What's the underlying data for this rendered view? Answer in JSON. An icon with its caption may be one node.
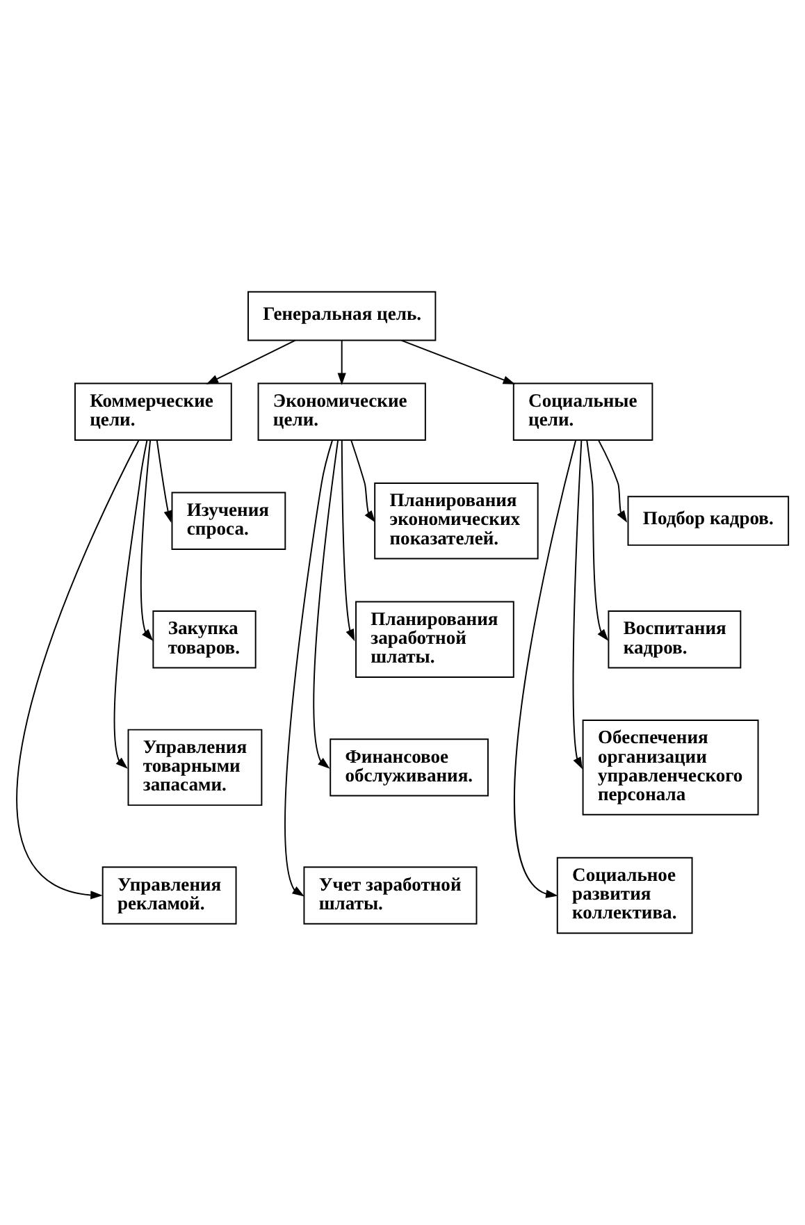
{
  "diagram": {
    "nodes": [
      {
        "text": [
          "Генеральная цель."
        ]
      },
      {
        "text": [
          "Коммерческие цели."
        ]
      },
      {
        "text": [
          "Экономические цели."
        ]
      },
      {
        "text": [
          "Социальные цели."
        ]
      },
      {
        "text": [
          "Изучения спроса."
        ]
      },
      {
        "text": [
          "Планирования экономических показателей."
        ]
      },
      {
        "text": [
          "Подбор кадров."
        ]
      },
      {
        "text": [
          "Закупка товаров."
        ]
      },
      {
        "text": [
          "Планирования заработной шлаты."
        ]
      },
      {
        "text": [
          "Воспитания кадров."
        ]
      },
      {
        "text": [
          "Управления товарными запасами."
        ]
      },
      {
        "text": [
          "Финансовое обслуживания."
        ]
      },
      {
        "text": [
          "Обеспечения организации управленческого персонала"
        ]
      },
      {
        "text": [
          "Управления рекламой."
        ]
      },
      {
        "text": [
          "Учет заработной шлаты."
        ]
      },
      {
        "text": [
          "Социальное развития коллектива."
        ]
      }
    ],
    "edges": [
      {
        "from": 0,
        "to": 1,
        "arrow": "to"
      },
      {
        "from": 0,
        "to": 2,
        "arrow": "to"
      },
      {
        "from": 0,
        "to": 3,
        "arrow": "to"
      },
      {
        "from": 1,
        "to": 13,
        "arrow": "to"
      },
      {
        "from": 1,
        "to": 10,
        "arrow": "to"
      },
      {
        "from": 1,
        "to": 7,
        "arrow": "to"
      },
      {
        "from": 1,
        "to": 4,
        "arrow": "to"
      },
      {
        "from": 2,
        "to": 14,
        "arrow": "to"
      },
      {
        "from": 2,
        "to": 11,
        "arrow": "to"
      },
      {
        "from": 2,
        "to": 8,
        "arrow": "to"
      },
      {
        "from": 2,
        "to": 5,
        "arrow": "to"
      },
      {
        "from": 3,
        "to": 15,
        "arrow": "to"
      },
      {
        "from": 3,
        "to": 12,
        "arrow": "to"
      },
      {
        "from": 3,
        "to": 9,
        "arrow": "to"
      },
      {
        "from": 3,
        "to": 6,
        "arrow": "to"
      }
    ]
  }
}
